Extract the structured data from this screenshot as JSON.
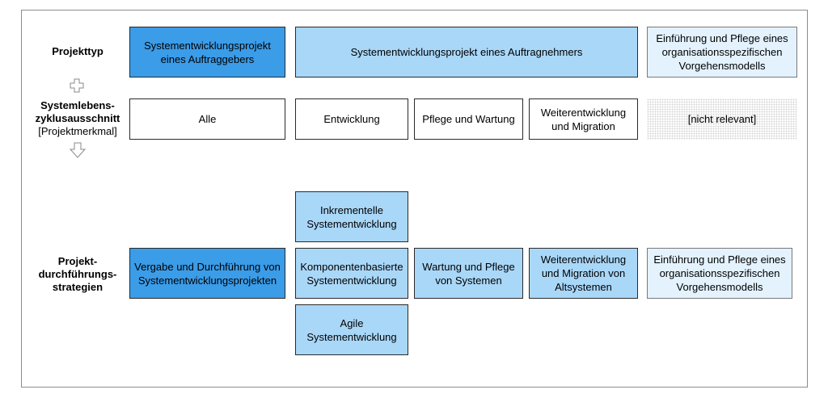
{
  "labels": {
    "projekttyp": "Projekttyp",
    "lebenszyklus_line1": "Systemlebens-",
    "lebenszyklus_line2": "zyklusausschnitt",
    "lebenszyklus_line3": "[Projektmerkmal]",
    "strategien_line1": "Projekt-",
    "strategien_line2": "durchführungs-",
    "strategien_line3": "strategien"
  },
  "projekttyp": {
    "auftraggeber_line1": "Systementwicklungsprojekt",
    "auftraggeber_line2": "eines Auftraggebers",
    "auftragnehmer": "Systementwicklungsprojekt eines Auftragnehmers",
    "einfuehrung_line1": "Einführung und Pflege eines",
    "einfuehrung_line2": "organisationsspezifischen",
    "einfuehrung_line3": "Vorgehensmodells"
  },
  "lebenszyklus": {
    "alle": "Alle",
    "entwicklung": "Entwicklung",
    "pflege": "Pflege und Wartung",
    "weiter_line1": "Weiterentwicklung",
    "weiter_line2": "und Migration",
    "nicht_relevant": "[nicht relevant]"
  },
  "strategien": {
    "inkrementell_line1": "Inkrementelle",
    "inkrementell_line2": "Systementwicklung",
    "vergabe_line1": "Vergabe und Durchführung von",
    "vergabe_line2": "Systementwicklungsprojekten",
    "komponenten_line1": "Komponentenbasierte",
    "komponenten_line2": "Systementwicklung",
    "wartung_line1": "Wartung und Pflege",
    "wartung_line2": "von Systemen",
    "migration_line1": "Weiterentwicklung",
    "migration_line2": "und Migration von",
    "migration_line3": "Altsystemen",
    "einfuehrung_line1": "Einführung und Pflege eines",
    "einfuehrung_line2": "organisationsspezifischen",
    "einfuehrung_line3": "Vorgehensmodells",
    "agile_line1": "Agile",
    "agile_line2": "Systementwicklung"
  },
  "colors": {
    "dark_blue": "#3b9ce8",
    "mid_blue": "#a9d7f8",
    "light_blue": "#e3f2fd"
  },
  "icons": {
    "plus": "plus-icon",
    "arrow": "arrow-down-icon"
  }
}
